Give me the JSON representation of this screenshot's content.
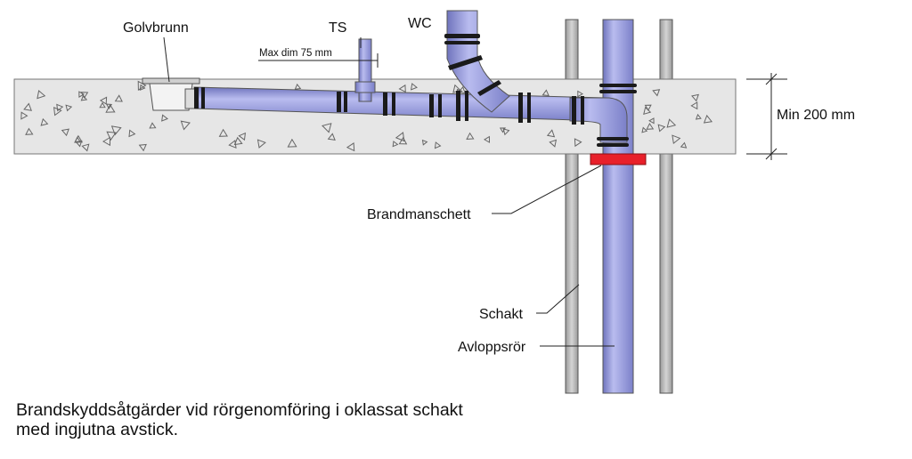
{
  "labels": {
    "floor_drain": "Golvbrunn",
    "washbasin_branch": "TS",
    "toilet_branch": "WC",
    "max_dim": "Max dim 75 mm",
    "min_thickness": "Min 200 mm",
    "fire_collar": "Brandmanschett",
    "shaft": "Schakt",
    "drain_pipe": "Avloppsrör"
  },
  "caption": {
    "line1": "Brandskyddsåtgärder vid rörgenomföring i oklassat schakt",
    "line2": "med ingjutna avstick."
  },
  "colors": {
    "pipe": "#8f94d9",
    "pipe_dark": "#6f74bd",
    "pipe_light": "#b9bcef",
    "concrete": "#e6e6e6",
    "ring": "#1a1a1a",
    "fire_collar": "#e8202a",
    "shaft_wall": "#b8b8b8"
  }
}
